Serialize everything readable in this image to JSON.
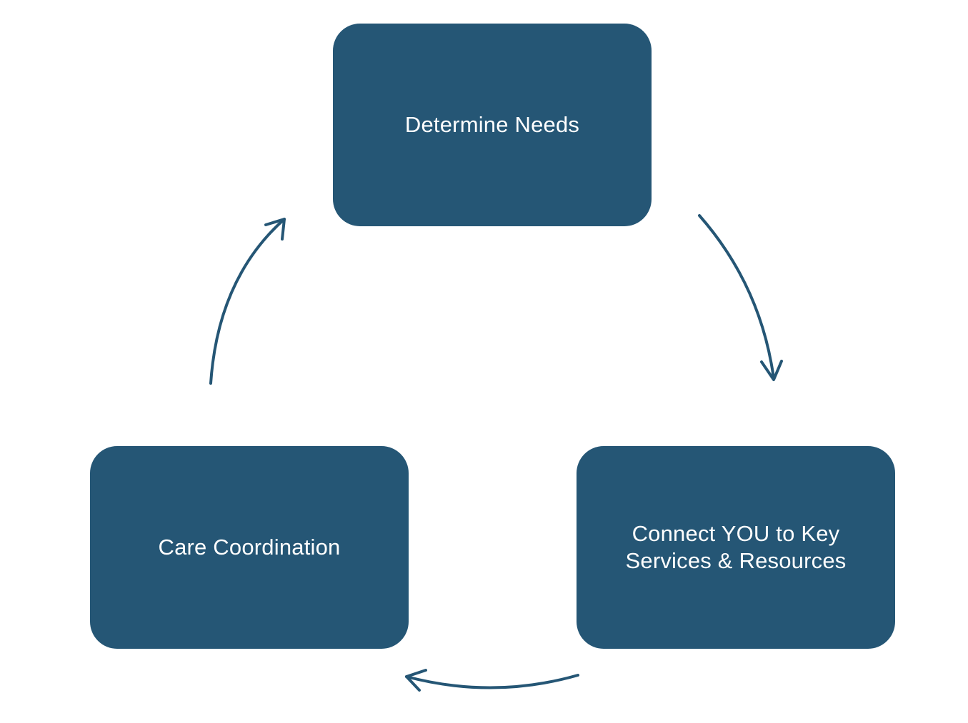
{
  "diagram": {
    "nodes": [
      {
        "id": "determine-needs",
        "label": "Determine Needs"
      },
      {
        "id": "connect-services",
        "label": "Connect YOU to Key\nServices & Resources"
      },
      {
        "id": "care-coordination",
        "label": "Care Coordination"
      }
    ],
    "edges": [
      {
        "from": "determine-needs",
        "to": "connect-services"
      },
      {
        "from": "connect-services",
        "to": "care-coordination"
      },
      {
        "from": "care-coordination",
        "to": "determine-needs"
      }
    ],
    "colors": {
      "box_fill": "#255675",
      "text": "#ffffff",
      "arrow": "#255675",
      "background": "#ffffff"
    }
  }
}
